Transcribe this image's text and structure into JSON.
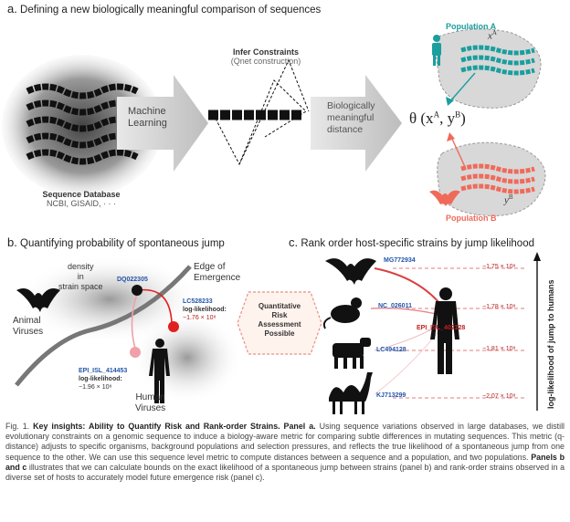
{
  "panel_a": {
    "letter": "a.",
    "title": "Defining a new biologically meaningful comparison of sequences",
    "db_title": "Sequence Database",
    "db_sub": "NCBI, GISAID, · · ·",
    "ml_line1": "Machine",
    "ml_line2": "Learning",
    "infer_title": "Infer Constraints",
    "infer_sub": "(Qnet construction)",
    "dist_line1": "Biologically",
    "dist_line2": "meaningful",
    "dist_line3": "distance",
    "theta_label": "θ (x",
    "theta_sup_a": "A",
    "theta_mid": ", y",
    "theta_sup_b": "B",
    "theta_end": ")",
    "pop_a": "Population A",
    "pop_b": "Population B",
    "xa_label": "x",
    "xa_sup": "A",
    "yb_label": "y",
    "yb_sup": "B"
  },
  "panel_b": {
    "letter": "b.",
    "title": "Quantifying probability of spontaneous jump",
    "density_1": "density",
    "density_2": "in",
    "density_3": "strain space",
    "edge_1": "Edge of",
    "edge_2": "Emergence",
    "animal_1": "Animal",
    "animal_2": "Viruses",
    "human_1": "Human",
    "human_2": "Viruses",
    "acc_1": "DQ022305",
    "acc_2": "LC528233",
    "ll_label_2": "log-likelihood:",
    "ll_value_2": "−1.76 × 10⁸",
    "acc_3": "EPI_ISL_414453",
    "ll_label_3": "log-likelihood:",
    "ll_value_3": "−1.96 × 10⁸"
  },
  "middle_badge": {
    "line1": "Quantitative",
    "line2": "Risk",
    "line3": "Assessment",
    "line4": "Possible"
  },
  "panel_c": {
    "letter": "c.",
    "title": "Rank order host-specific strains by jump likelihood",
    "axis_label": "log-likelihood of jump to humans",
    "human_acc": "EPI_ISL_402128",
    "rows": [
      {
        "host": "bat-icon",
        "accession": "MG772934",
        "value": "−1.75 × 10⁸"
      },
      {
        "host": "rat-icon",
        "accession": "NC_026011",
        "value": "−1.78 × 10⁸"
      },
      {
        "host": "cow-icon",
        "accession": "LC494128",
        "value": "−1.81 × 10⁸"
      },
      {
        "host": "camel-icon",
        "accession": "KJ713299",
        "value": "−2.07 × 10⁸"
      }
    ]
  },
  "caption": {
    "fig": "Fig. 1.",
    "bold_lead": "Key insights: Ability to Quantify Risk and Rank-order Strains. Panel a.",
    "text_a": "Using sequence variations observed in large databases, we distill evolutionary constraints on a genomic sequence to induce a biology-aware metric for comparing subtle differences in mutating sequences. This metric (q-distance) adjusts to specific organisms, background populations and selection pressures, and reflects the true likelihood of a spontaneous jump from one sequence to the other. We can use this sequence level metric to compute distances between a sequence and a population, and two populations.",
    "bold_panels": "Panels b and c",
    "text_b": "illustrates that we can calculate bounds on the exact likelihood of a spontaneous jump between strains (panel b) and rank-order strains observed in a diverse set of hosts to accurately model future emergence risk (panel c)."
  },
  "colors": {
    "teal": "#1a9e9e",
    "salmon": "#f06a5a",
    "red": "#e02020",
    "blue": "#2255aa",
    "pink": "#f0a0a8"
  }
}
